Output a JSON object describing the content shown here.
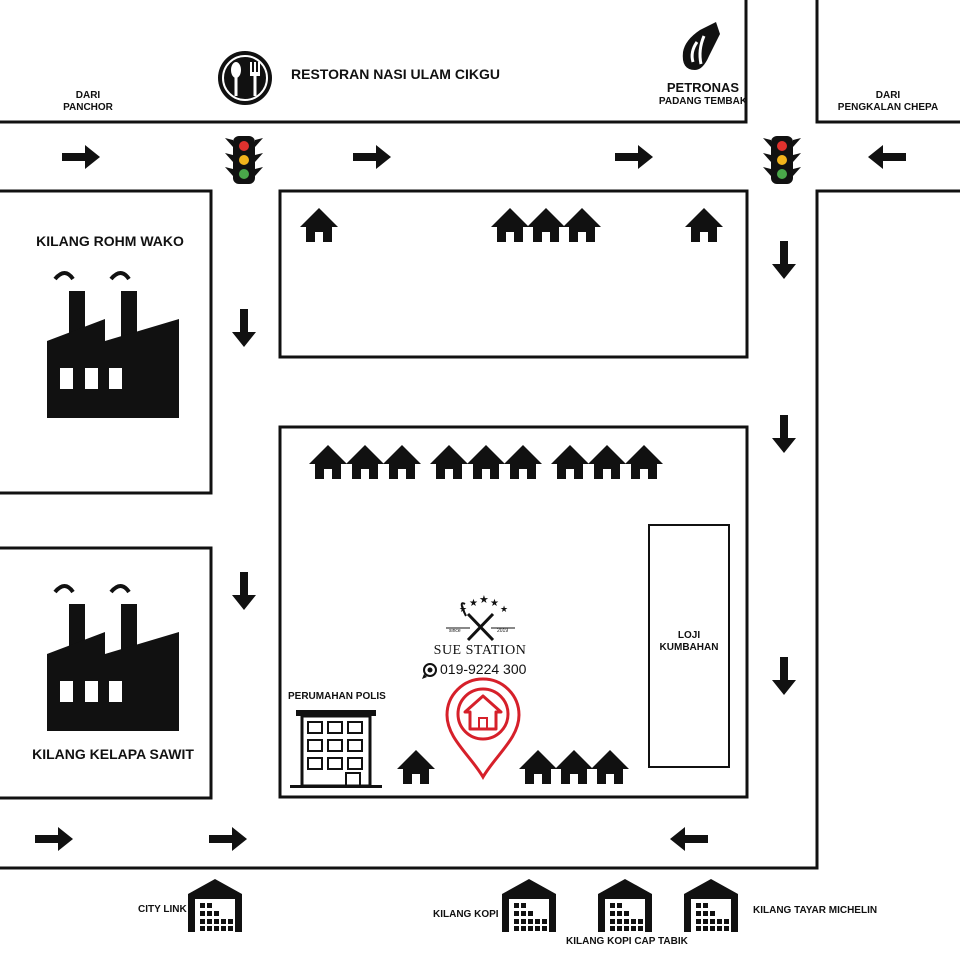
{
  "map": {
    "restaurant": {
      "name": "RESTORAN NASI ULAM CIKGU",
      "icon": "spoon-fork-icon"
    },
    "petronas": {
      "brand": "PETRONAS",
      "place": "PADANG TEMBAK",
      "icon": "petronas-logo-icon"
    },
    "directions": {
      "from_panchor_line1": "DARI",
      "from_panchor_line2": "PANCHOR",
      "from_pengkalan_line1": "DARI",
      "from_pengkalan_line2": "PENGKALAN CHEPA"
    },
    "factories": {
      "rohm_wako": "KILANG ROHM WAKO",
      "kelapa_sawit": "KILANG KELAPA SAWIT"
    },
    "facilities": {
      "loji_line1": "LOJI",
      "loji_line2": "KUMBAHAN",
      "perumahan_polis": "PERUMAHAN POLIS"
    },
    "business": {
      "name": "SUE STATION",
      "since_left": "since",
      "since_right": "2019",
      "phone": "019-9224 300",
      "pin_icon": "location-pin-home-icon",
      "phone_icon": "whatsapp-icon"
    },
    "warehouses": {
      "city_link": "CITY LINK",
      "kilang_kopi": "KILANG KOPI",
      "kilang_kopi_cap_tabik": "KILANG KOPI CAP TABIK",
      "kilang_tayar_michelin": "KILANG TAYAR MICHELIN"
    },
    "colors": {
      "ink": "#111111",
      "pin": "#d6202a",
      "traffic_red": "#e0322e",
      "traffic_yellow": "#f2b41c",
      "traffic_green": "#4aa84a"
    }
  }
}
